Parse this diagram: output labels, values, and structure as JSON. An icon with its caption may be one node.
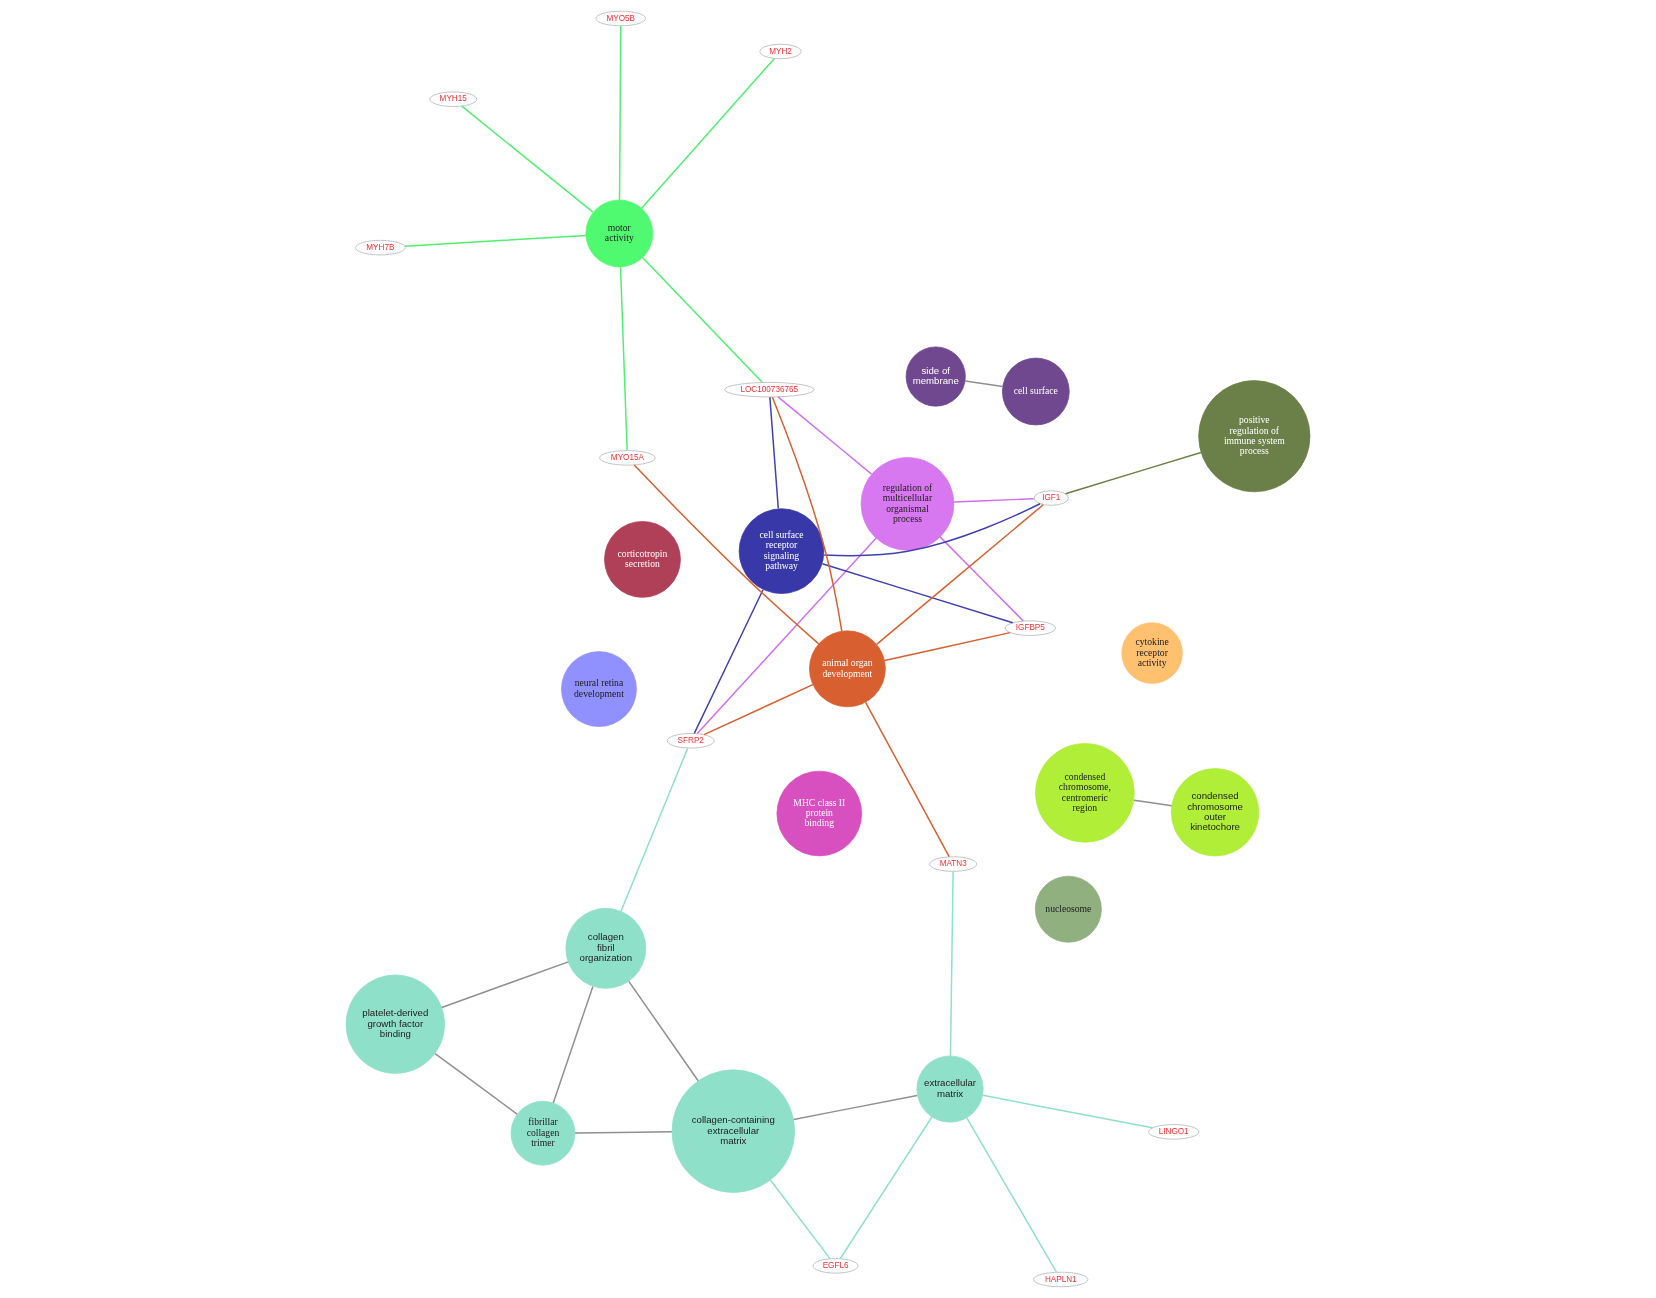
{
  "diagram": {
    "nodes": [
      {
        "text": [
          "platelet-derived growth factor binding"
        ]
      },
      {
        "text": [
          "fibrillar collagen trimer"
        ]
      },
      {
        "text": [
          "collagen-containing extracellular matrix"
        ]
      },
      {
        "text": [
          "collagen fibril organization"
        ]
      },
      {
        "text": [
          "extracellular matrix"
        ]
      },
      {
        "text": [
          "regulation of multicellular organismal process"
        ]
      },
      {
        "text": [
          "MHC class II protein binding"
        ]
      },
      {
        "text": [
          "cell surface receptor signaling pathway"
        ]
      },
      {
        "text": [
          "positive regulation of immune system process"
        ]
      },
      {
        "text": [
          "animal organ development"
        ]
      },
      {
        "text": [
          "motor activity"
        ]
      },
      {
        "text": [
          "corticotropin secretion"
        ]
      },
      {
        "text": [
          "condensed chromosome, centromeric region"
        ]
      },
      {
        "text": [
          "condensed chromosome outer kinetochore"
        ]
      },
      {
        "text": [
          "side of membrane"
        ]
      },
      {
        "text": [
          "cell surface"
        ]
      },
      {
        "text": [
          "nucleosome"
        ]
      },
      {
        "text": [
          "cytokine receptor activity"
        ]
      },
      {
        "text": [
          "neural retina development"
        ]
      },
      {
        "text": [
          "EGFL6"
        ]
      },
      {
        "text": [
          "SFRP2"
        ]
      },
      {
        "text": [
          "IGFBP5"
        ]
      },
      {
        "text": [
          "LOC100736765"
        ]
      },
      {
        "text": [
          "LINGO1"
        ]
      },
      {
        "text": [
          "HAPLN1"
        ]
      },
      {
        "text": [
          "MATN3"
        ]
      },
      {
        "text": [
          "IGF1"
        ]
      },
      {
        "text": [
          "MYH15"
        ]
      },
      {
        "text": [
          "MYO15A"
        ]
      },
      {
        "text": [
          "MYO5B"
        ]
      },
      {
        "text": [
          "MYH7B"
        ]
      },
      {
        "text": [
          "MYH2"
        ]
      }
    ],
    "edges": [
      {
        "from": 0,
        "to": 1,
        "arrow": "none"
      },
      {
        "from": 0,
        "to": 3,
        "arrow": "none"
      },
      {
        "from": 1,
        "to": 2,
        "arrow": "none"
      },
      {
        "from": 1,
        "to": 3,
        "arrow": "none"
      },
      {
        "from": 2,
        "to": 3,
        "arrow": "none"
      },
      {
        "from": 2,
        "to": 4,
        "arrow": "none"
      },
      {
        "from": 13,
        "to": 12,
        "arrow": "none"
      },
      {
        "from": 14,
        "to": 15,
        "arrow": "none"
      },
      {
        "from": 2,
        "to": 19,
        "arrow": "none",
        "color": "#8fe0c8"
      },
      {
        "from": 19,
        "to": 4,
        "arrow": "none",
        "color": "#8fe0c8"
      },
      {
        "from": 23,
        "to": 4,
        "arrow": "none",
        "color": "#8fe0c8"
      },
      {
        "from": 24,
        "to": 4,
        "arrow": "none",
        "color": "#8fe0c8"
      },
      {
        "from": 25,
        "to": 4,
        "arrow": "none",
        "color": "#8fe0c8"
      },
      {
        "from": 3,
        "to": 20,
        "arrow": "none",
        "color": "#8fe0c8"
      },
      {
        "from": 5,
        "to": 20,
        "arrow": "none",
        "color": "#d070f0"
      },
      {
        "from": 5,
        "to": 21,
        "arrow": "none",
        "color": "#d070f0"
      },
      {
        "from": 5,
        "to": 22,
        "arrow": "none",
        "color": "#d070f0"
      },
      {
        "from": 5,
        "to": 26,
        "arrow": "none",
        "color": "#d070f0"
      },
      {
        "from": 7,
        "to": 20,
        "arrow": "none",
        "color": "#4040b0"
      },
      {
        "from": 7,
        "to": 21,
        "arrow": "none",
        "color": "#4040b0"
      },
      {
        "from": 7,
        "to": 22,
        "arrow": "none",
        "color": "#4040b0"
      },
      {
        "from": 7,
        "to": 26,
        "arrow": "none",
        "color": "#4040b0"
      },
      {
        "from": 9,
        "to": 20,
        "arrow": "none",
        "color": "#d86030"
      },
      {
        "from": 9,
        "to": 21,
        "arrow": "none",
        "color": "#d86030"
      },
      {
        "from": 9,
        "to": 22,
        "arrow": "none",
        "color": "#d86030"
      },
      {
        "from": 9,
        "to": 25,
        "arrow": "none",
        "color": "#d86030"
      },
      {
        "from": 9,
        "to": 26,
        "arrow": "none",
        "color": "#d86030"
      },
      {
        "from": 9,
        "to": 28,
        "arrow": "none",
        "color": "#d86030"
      },
      {
        "from": 8,
        "to": 26,
        "arrow": "none",
        "color": "#6a8040"
      },
      {
        "from": 10,
        "to": 22,
        "arrow": "none",
        "color": "#50f070"
      },
      {
        "from": 10,
        "to": 28,
        "arrow": "none",
        "color": "#50f070"
      },
      {
        "from": 10,
        "to": 27,
        "arrow": "none",
        "color": "#50f070"
      },
      {
        "from": 10,
        "to": 29,
        "arrow": "none",
        "color": "#50f070"
      },
      {
        "from": 10,
        "to": 30,
        "arrow": "none",
        "color": "#50f070"
      },
      {
        "from": 10,
        "to": 31,
        "arrow": "none",
        "color": "#50f070"
      }
    ]
  }
}
